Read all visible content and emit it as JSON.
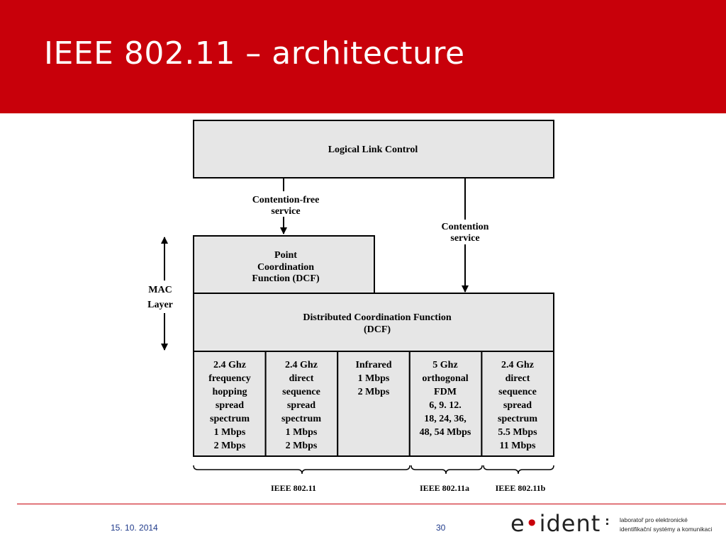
{
  "slide": {
    "title": "IEEE 802.11 – architecture",
    "date": "15. 10. 2014",
    "page": "30"
  },
  "logo": {
    "pre": "e",
    "dot": "•",
    "post": "ident",
    "lab_line1": "laboratoř pro elektronické",
    "lab_line2": "identifikační systémy a komunikaci"
  },
  "diagram": {
    "llc": "Logical Link Control",
    "cf_service": [
      "Contention-free",
      "service"
    ],
    "c_service": [
      "Contention",
      "service"
    ],
    "pcf": [
      "Point",
      "Coordination",
      "Function (DCF)"
    ],
    "dcf": [
      "Distributed Coordination Function",
      "(DCF)"
    ],
    "mac": [
      "MAC",
      "Layer"
    ],
    "phy": [
      [
        "2.4 Ghz",
        "frequency",
        "hopping",
        "spread",
        "spectrum",
        "1 Mbps",
        "2 Mbps"
      ],
      [
        "2.4 Ghz",
        "direct",
        "sequence",
        "spread",
        "spectrum",
        "1 Mbps",
        "2 Mbps"
      ],
      [
        "Infrared",
        "1 Mbps",
        "2 Mbps"
      ],
      [
        "5 Ghz",
        "orthogonal",
        "FDM",
        "6, 9. 12.",
        "18, 24, 36,",
        "48, 54 Mbps"
      ],
      [
        "2.4 Ghz",
        "direct",
        "sequence",
        "spread",
        "spectrum",
        "5.5 Mbps",
        "11 Mbps"
      ]
    ],
    "standards": [
      "IEEE 802.11",
      "IEEE 802.11a",
      "IEEE 802.11b"
    ]
  },
  "colors": {
    "header_red": "#c8000a",
    "box_fill": "#e6e6e6"
  }
}
